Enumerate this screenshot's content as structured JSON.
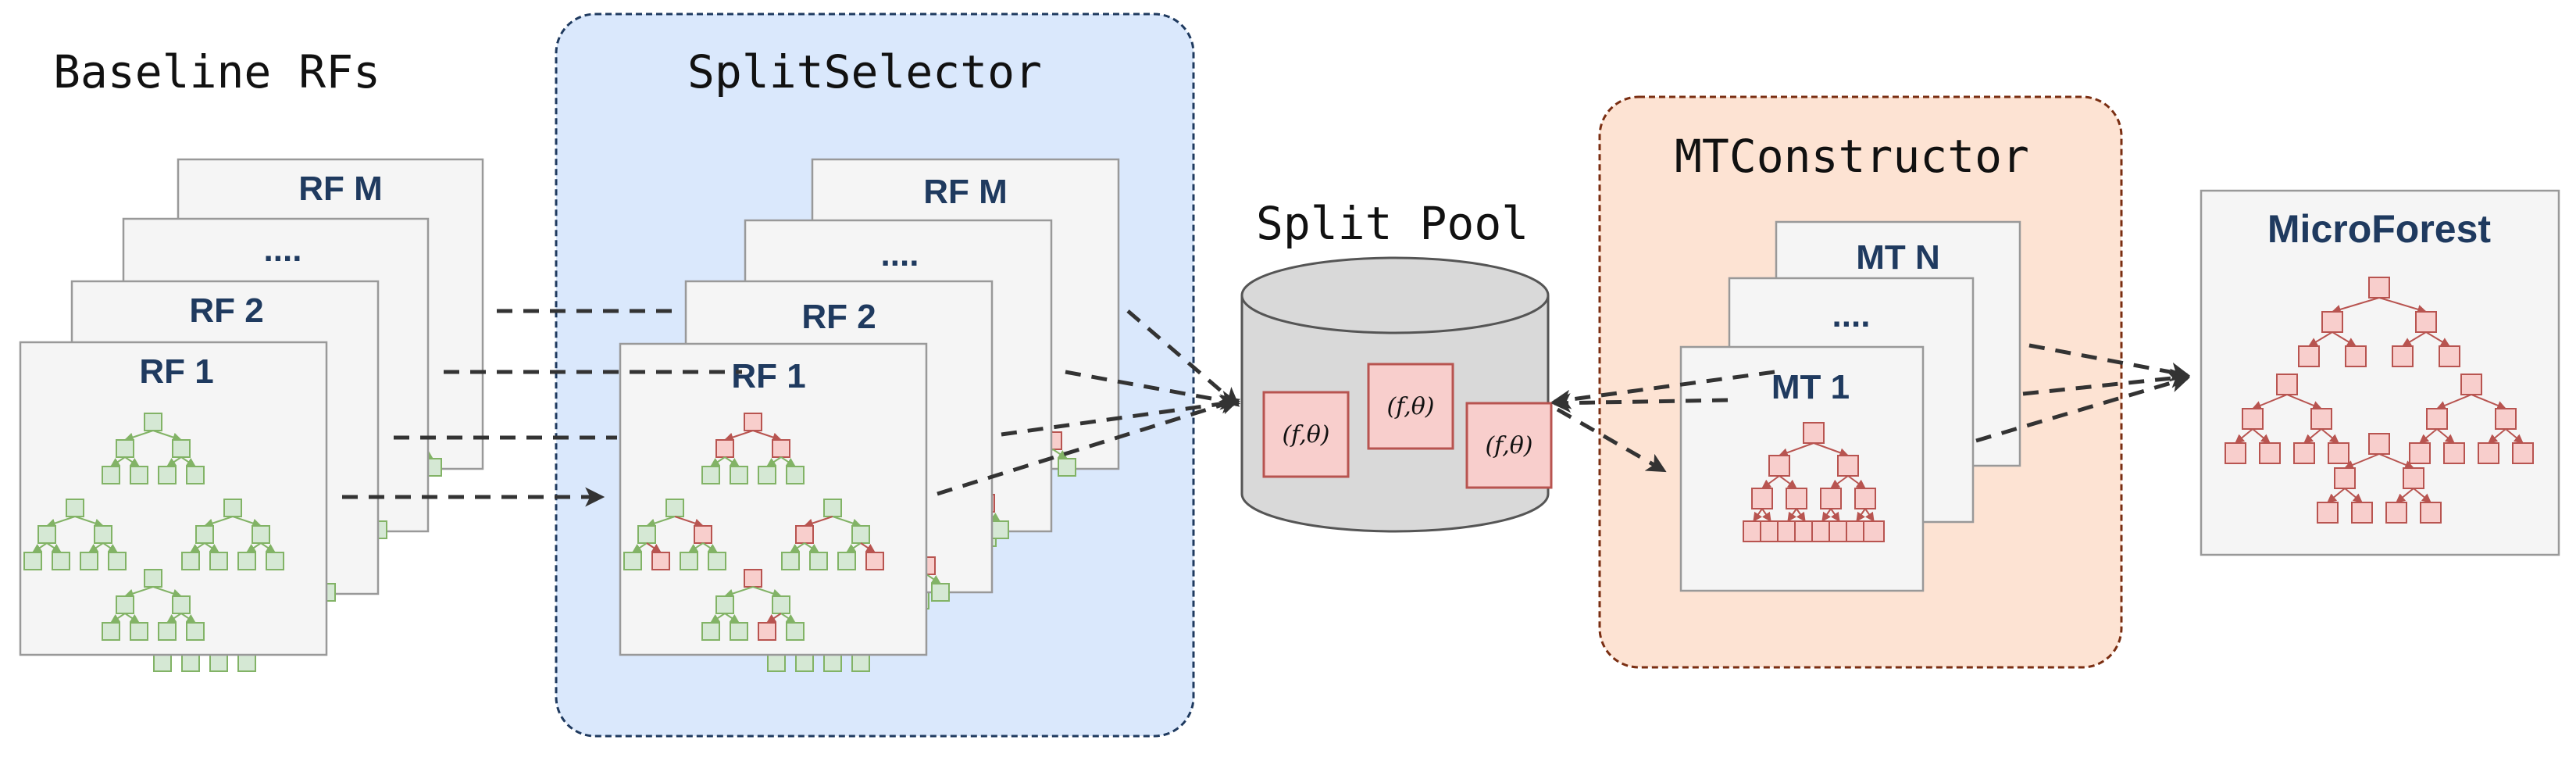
{
  "sections": {
    "baseline": {
      "title": "Baseline RFs",
      "cards": [
        "RF M",
        "....",
        "RF 2",
        "RF 1"
      ]
    },
    "splitselector": {
      "title": "SplitSelector",
      "cards": [
        "RF M",
        "....",
        "RF 2",
        "RF 1"
      ]
    },
    "splitpool": {
      "title": "Split Pool",
      "items": [
        "(f,θ)",
        "(f,θ)",
        "(f,θ)"
      ]
    },
    "mtconstructor": {
      "title": "MTConstructor",
      "cards": [
        "MT N",
        "....",
        "MT 1"
      ]
    },
    "microforest": {
      "title": "MicroForest"
    }
  },
  "colors": {
    "green_node_fill": "#d5e8d4",
    "green_node_stroke": "#82b366",
    "red_node_fill": "#f8cecc",
    "red_node_stroke": "#b85450",
    "card_fill": "#f5f5f5",
    "card_stroke": "#999999",
    "splitselector_fill": "#dae8fc",
    "splitselector_stroke": "#1f3a5f",
    "mtconstructor_fill": "#fde3d3",
    "mtconstructor_stroke": "#7a2e12",
    "cylinder_fill": "#d9d9d9",
    "cylinder_stroke": "#555555",
    "card_label": "#1f3a5f",
    "arrow": "#333333"
  }
}
